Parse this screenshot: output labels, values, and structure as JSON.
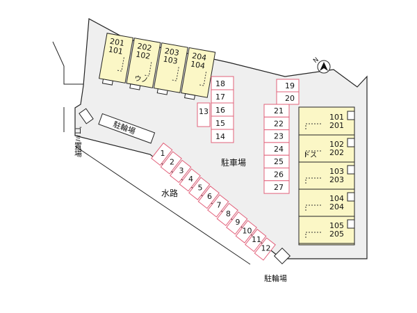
{
  "labels": {
    "parking_lot": "駐車場",
    "bicycle_top": "駐輪場",
    "bicycle_bottom": "駐輪場",
    "garbage": "ゴミ置場",
    "waterway": "水路"
  },
  "units_left": [
    {
      "upper": "201",
      "lower": "101"
    },
    {
      "upper": "202",
      "lower": "102"
    },
    {
      "upper": "203",
      "lower": "103"
    },
    {
      "upper": "204",
      "lower": "104"
    }
  ],
  "left_building_mark": "ウノ",
  "units_right": [
    {
      "lower": "101",
      "upper": "201"
    },
    {
      "lower": "102",
      "upper": "202"
    },
    {
      "lower": "103",
      "upper": "203"
    },
    {
      "lower": "104",
      "upper": "204"
    },
    {
      "lower": "105",
      "upper": "205"
    }
  ],
  "right_building_mark": "ドス",
  "parking": {
    "diagonal": [
      "1",
      "2",
      "3",
      "4",
      "5",
      "6",
      "7",
      "8",
      "9",
      "10",
      "11",
      "12"
    ],
    "single": "13",
    "middle": [
      "18",
      "17",
      "16",
      "15",
      "14"
    ],
    "right_top": [
      "19",
      "20"
    ],
    "right": [
      "21",
      "22",
      "23",
      "24",
      "25",
      "26",
      "27"
    ]
  },
  "compass": {
    "letter": "N"
  },
  "colors": {
    "building_fill": "#fbf7c6",
    "parking_stroke": "#e2607a",
    "outline": "#222222"
  }
}
